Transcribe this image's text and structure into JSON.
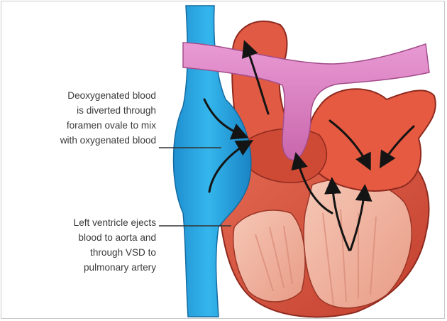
{
  "callouts": {
    "foramen_ovale": {
      "lines": [
        "Deoxygenated blood",
        "is diverted through",
        "foramen ovale to mix",
        "with oxygenated blood"
      ]
    },
    "left_ventricle": {
      "lines": [
        "Left ventricle ejects",
        "blood to aorta and",
        "through VSD to",
        "pulmonary artery"
      ]
    }
  },
  "colors": {
    "vena_cava": "#2aa9e0",
    "vena_cava_shadow": "#1a7fb8",
    "pulmonary_artery": "#e383c8",
    "heart_muscle": "#d9503c",
    "heart_light": "#f08a6c",
    "ventricle_interior": "#f3b8a6",
    "arrow": "#1a1a1a",
    "leader_line": "#333333",
    "label_text": "#3a3a3a"
  }
}
